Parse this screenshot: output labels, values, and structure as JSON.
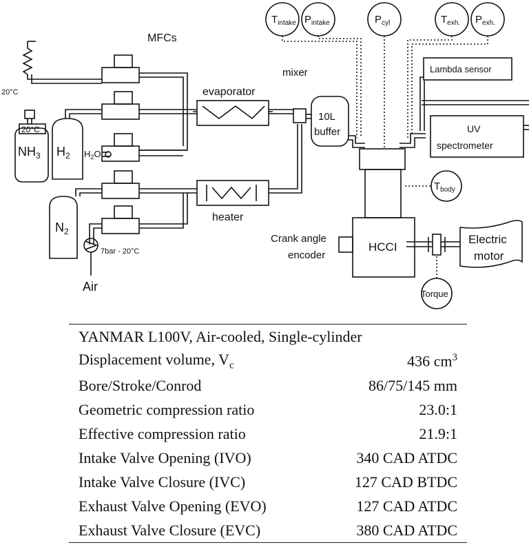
{
  "diagram": {
    "mfcs": "MFCs",
    "temp_20c": "20°C",
    "temp_20c_box": "20°C",
    "nh3": "NH",
    "nh3_sub": "3",
    "h2": "H",
    "h2_sub": "2",
    "h2o": "H",
    "h2o_sub": "2",
    "h2o_tail": "O",
    "n2": "N",
    "n2_sub": "2",
    "air": "Air",
    "air_pressure": "7bar - 20°C",
    "evaporator": "evaporator",
    "heater": "heater",
    "mixer": "mixer",
    "buffer_line1": "10L",
    "buffer_line2": "buffer",
    "t_intake": "T",
    "t_intake_sub": "intake",
    "p_intake": "P",
    "p_intake_sub": "intake",
    "p_cyl": "P",
    "p_cyl_sub": "cyl",
    "t_exh": "T",
    "t_exh_sub": "exh.",
    "p_exh": "P",
    "p_exh_sub": "exh.",
    "lambda_sensor": "Lambda sensor",
    "uv_line1": "UV",
    "uv_line2": "spectrometer",
    "t_body": "T",
    "t_body_sub": "body",
    "hcci": "HCCI",
    "crank_line1": "Crank angle",
    "crank_line2": "encoder",
    "electric_line1": "Electric",
    "electric_line2": "motor",
    "torque": "Torque"
  },
  "spec_table": {
    "title": "YANMAR L100V, Air-cooled, Single-cylinder",
    "rows": [
      {
        "label": "Displacement volume, V",
        "label_sub": "c",
        "value": "436 cm",
        "value_sup": "3"
      },
      {
        "label": "Bore/Stroke/Conrod",
        "value": "86/75/145 mm"
      },
      {
        "label": "Geometric compression ratio",
        "value": "23.0:1"
      },
      {
        "label": "Effective compression ratio",
        "value": "21.9:1"
      },
      {
        "label": "Intake Valve Opening (IVO)",
        "value": "340 CAD ATDC"
      },
      {
        "label": "Intake Valve Closure (IVC)",
        "value": "127 CAD BTDC"
      },
      {
        "label": "Exhaust Valve Opening (EVO)",
        "value": "127 CAD ATDC"
      },
      {
        "label": "Exhaust Valve Closure (EVC)",
        "value": "380 CAD ATDC"
      }
    ]
  }
}
